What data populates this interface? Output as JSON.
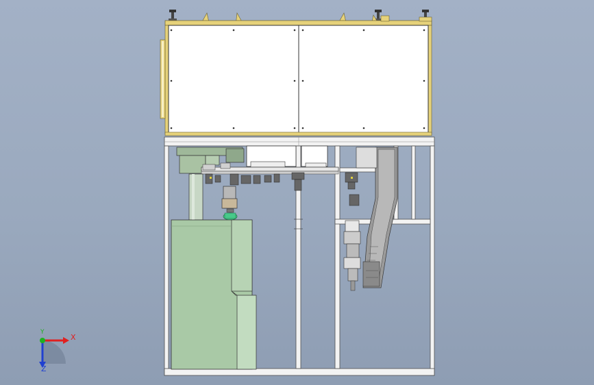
{
  "viewport": {
    "background_top": "#a3b1c6",
    "background_bottom": "#8e9db3"
  },
  "colors": {
    "panel_fill": "#ffffff",
    "panel_trim": "#e6d27a",
    "frame": "#f3f3f3",
    "frame_edge": "#505050",
    "base_block": "#a9c9a6",
    "base_block_light": "#c2dcc0",
    "column": "#c7d7c5",
    "robot_body": "#9fb89a",
    "chuck": "#47c98a",
    "slide_rail": "#9a9a9a"
  },
  "triad": {
    "x_label": "X",
    "y_label": "Y",
    "z_label": "Z",
    "x_color": "#e02020",
    "y_color": "#20b020",
    "z_color": "#2040d0"
  }
}
